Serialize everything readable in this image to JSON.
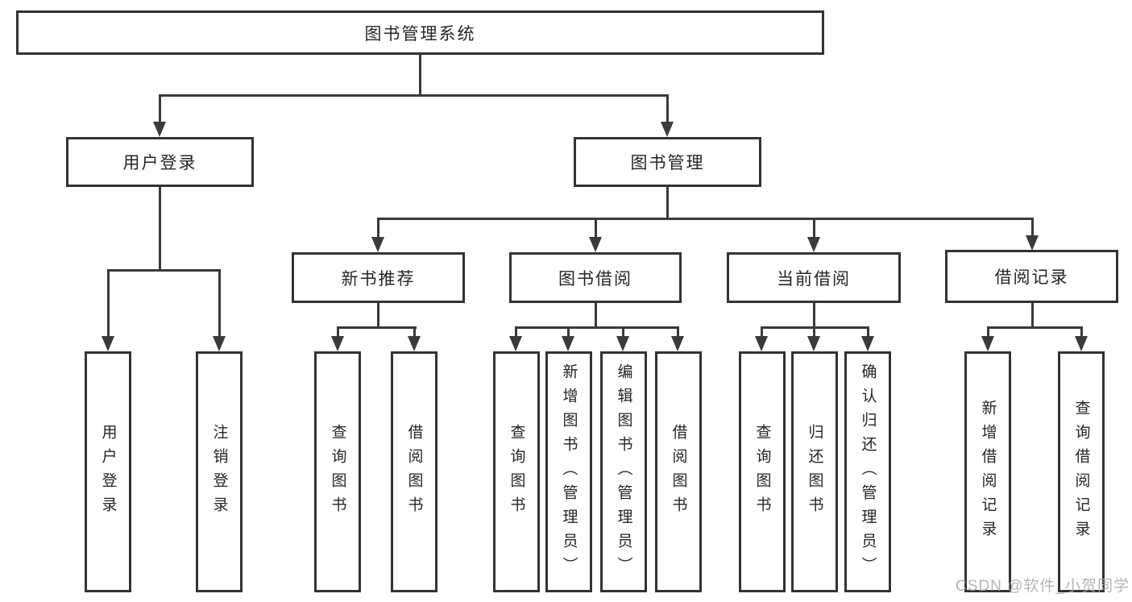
{
  "diagram": {
    "type": "tree",
    "root": {
      "label": "图书管理系统"
    },
    "branches": [
      {
        "label": "用户登录",
        "children": [
          {
            "label": "用户登录"
          },
          {
            "label": "注销登录"
          }
        ]
      },
      {
        "label": "图书管理",
        "children": [
          {
            "label": "新书推荐",
            "children": [
              {
                "label": "查询图书"
              },
              {
                "label": "借阅图书"
              }
            ]
          },
          {
            "label": "图书借阅",
            "children": [
              {
                "label": "查询图书"
              },
              {
                "label": "新增图书（管理员）"
              },
              {
                "label": "编辑图书（管理员）"
              },
              {
                "label": "借阅图书"
              }
            ]
          },
          {
            "label": "当前借阅",
            "children": [
              {
                "label": "查询图书"
              },
              {
                "label": "归还图书"
              },
              {
                "label": "确认归还（管理员）"
              }
            ]
          },
          {
            "label": "借阅记录",
            "children": [
              {
                "label": "新增借阅记录"
              },
              {
                "label": "查询借阅记录"
              }
            ]
          }
        ]
      }
    ]
  },
  "watermark": {
    "text": "CSDN @软件_小贺同学"
  },
  "colors": {
    "line": "#3a3a3a",
    "box_border": "#333333",
    "box_background": "#ffffff",
    "text": "#262626",
    "watermark": "#a9a9a9"
  }
}
